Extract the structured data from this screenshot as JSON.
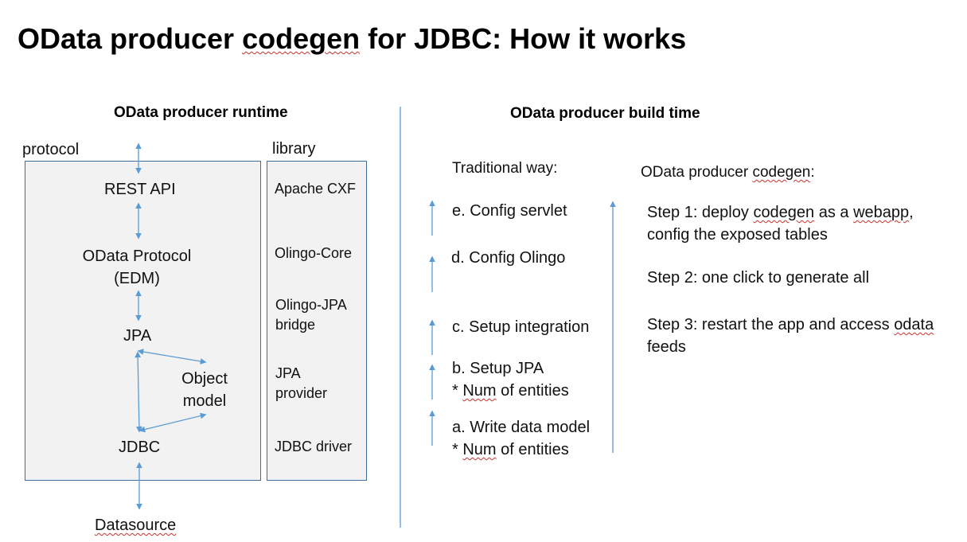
{
  "title": {
    "part1": "OData producer ",
    "part2": "codegen",
    "part3": " for JDBC: How it works"
  },
  "runtime": {
    "header": "OData producer runtime",
    "protocol_label": "protocol",
    "library_label": "library",
    "layers": {
      "rest_api": "REST API",
      "odata_protocol_line1": "OData Protocol",
      "odata_protocol_line2": "(EDM)",
      "jpa": "JPA",
      "object_model_line1": "Object",
      "object_model_line2": "model",
      "jdbc": "JDBC",
      "datasource": "Datasource"
    },
    "libraries": {
      "apache_cxf": "Apache CXF",
      "olingo_core": "Olingo-Core",
      "olingo_jpa_line1": "Olingo-JPA",
      "olingo_jpa_line2": "bridge",
      "jpa_provider_line1": "JPA",
      "jpa_provider_line2": "provider",
      "jdbc_driver": "JDBC driver"
    }
  },
  "buildtime": {
    "header": "OData producer build time",
    "traditional": {
      "heading": "Traditional way:",
      "steps": {
        "e": "e. Config servlet",
        "d": "d. Config Olingo",
        "c": "c. Setup integration",
        "b_line1": "b. Setup JPA",
        "b_line2_prefix": "* ",
        "b_line2_word": "Num",
        "b_line2_suffix": " of entities",
        "a_line1": "a. Write data model",
        "a_line2_prefix": "* ",
        "a_line2_word": "Num",
        "a_line2_suffix": " of entities"
      }
    },
    "codegen": {
      "heading_prefix": "OData producer ",
      "heading_word": "codegen",
      "heading_suffix": ":",
      "step1_part1": "Step 1: deploy ",
      "step1_word1": "codegen",
      "step1_part2": " as a ",
      "step1_word2": "webapp",
      "step1_part3": ",",
      "step1_line2": "config the exposed tables",
      "step2": "Step 2:  one click to generate all",
      "step3_part1": "Step 3: restart the app and access ",
      "step3_word": "odata",
      "step3_line2": "feeds"
    }
  },
  "colors": {
    "arrow": "#5b9bd5",
    "box_border": "#3d6e9e",
    "box_fill": "#f2f2f2",
    "spellcheck": "#d0312d"
  }
}
